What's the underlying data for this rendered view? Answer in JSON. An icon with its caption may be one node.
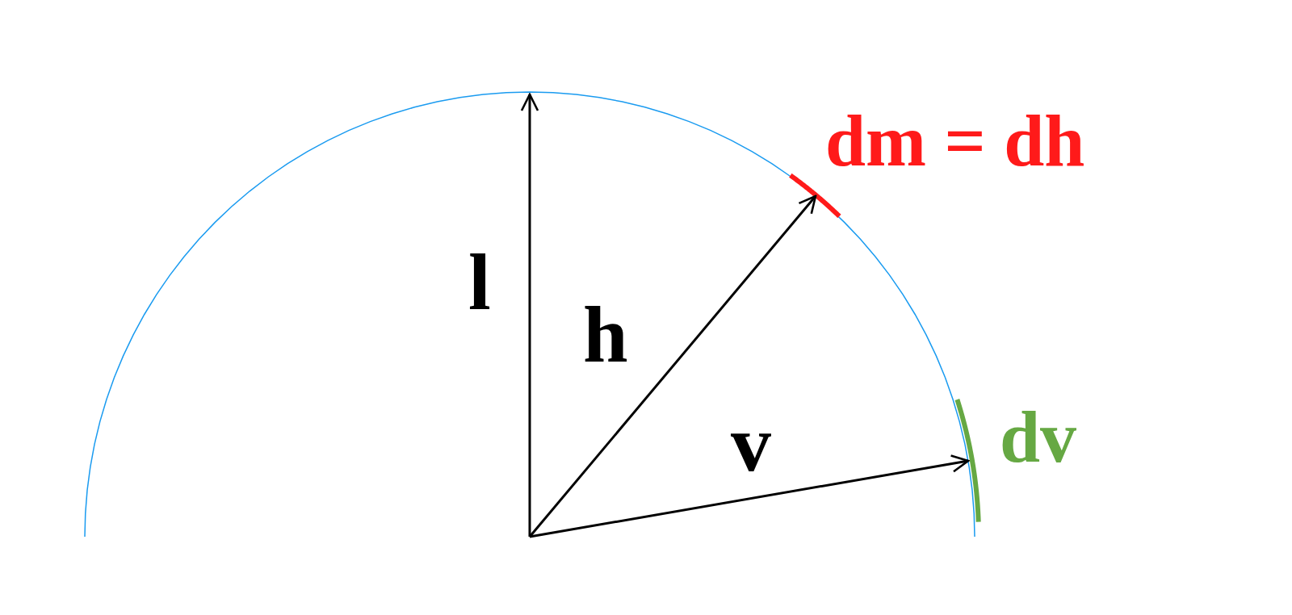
{
  "diagram": {
    "labels": [
      "dm = dh",
      "l",
      "h",
      "v",
      "dv"
    ]
  }
}
